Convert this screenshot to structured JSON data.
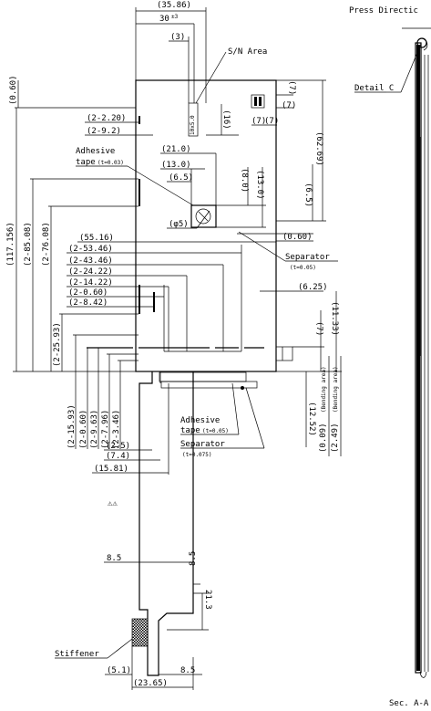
{
  "header": {
    "press_direction": "Press Directic",
    "section_label": "Sec. A-A"
  },
  "labels": {
    "sn_area": "S/N Area",
    "detail_c": "Detail C",
    "adhesive_tape_1": "Adhesive",
    "adhesive_tape_1b": "tape",
    "adhesive_tape_1_t": "(t=0.03)",
    "separator_1": "Separator",
    "separator_1_t": "(t=0.05)",
    "adhesive_tape_2": "Adhesive",
    "adhesive_tape_2b": "tape",
    "adhesive_tape_2_t": "(t=0.05)",
    "separator_2": "Separator",
    "separator_2_t": "(t=0.075)",
    "stiffener": "Stiffener",
    "revision_mark": "⚠⚠"
  },
  "dimensions": {
    "top": [
      "(35.86)",
      "30",
      "±3",
      "(3)"
    ],
    "left_block": [
      "(2-2.20)",
      "(2-9.2)",
      "(21.0)",
      "(13.0)",
      "(6.5)",
      "(16)",
      "(7)",
      "(7)",
      "(7)"
    ],
    "small": [
      "(8.0)",
      "(13.0)",
      "(6.5)",
      "(62.69)",
      "(0.60)",
      "(φ5)",
      "(0.60)",
      "(6.25)"
    ],
    "horizontal_list": [
      "(55.16)",
      "(2-53.46)",
      "(2-43.46)",
      "(2-24.22)",
      "(2-14.22)",
      "(2-0.60)",
      "(2-8.42)"
    ],
    "vertical_left": [
      "(0.60)",
      "(117.156)",
      "(2-85.08)",
      "(2-76.08)",
      "(2-25.93)"
    ],
    "vertical_bottom": [
      "(2-15.93)",
      "(2-0.60)",
      "(2-9.63)",
      "(2-7.96)",
      "(2-3.46)"
    ],
    "right_vertical": [
      "(7)",
      "(11.33)",
      "(12.52)",
      "(0.09)",
      "(Bending area)",
      "(2.49)",
      "(Bending area)"
    ],
    "tail": [
      "(2.5)",
      "(7.4)",
      "(15.81)",
      "8.5",
      "8.5",
      "21.3",
      "(5.1)",
      "8.5",
      "(23.65)"
    ],
    "panel_mark": "10x5.0"
  }
}
